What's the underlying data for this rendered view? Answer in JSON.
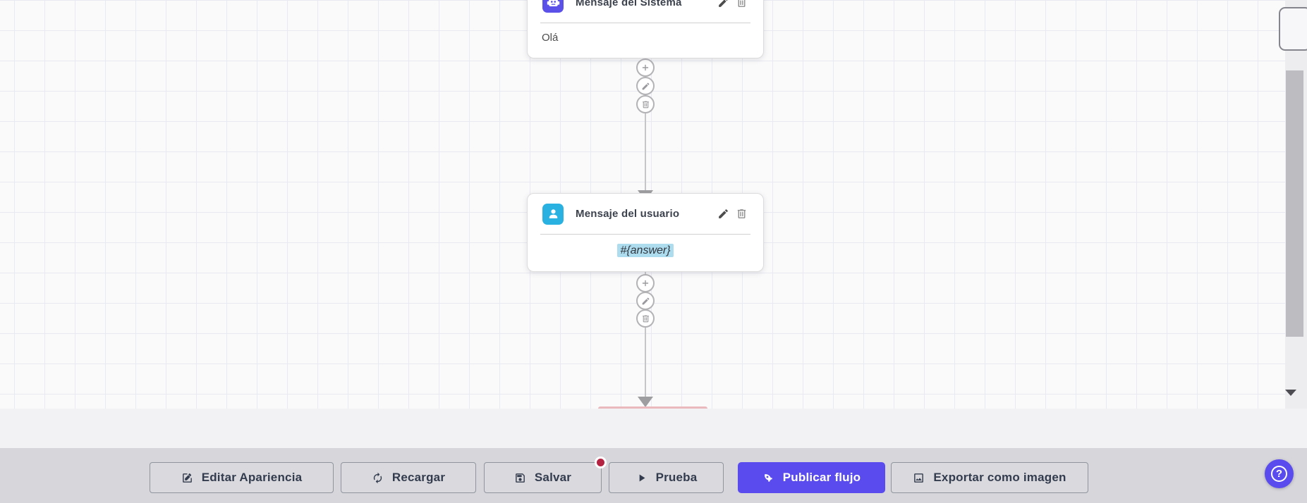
{
  "flow": {
    "nodes": [
      {
        "title": "Mensaje del Sistema",
        "content": "Olá",
        "icon": "robot-icon",
        "icon_bg": "#5b51e9"
      },
      {
        "title": "Mensaje del usuario",
        "content": "#{answer}",
        "icon": "user-icon",
        "icon_bg": "#29b1e1",
        "content_highlighted": true
      }
    ],
    "node_actions": {
      "edit": "edit",
      "delete": "delete"
    },
    "connector_actions": [
      "add",
      "edit",
      "delete"
    ]
  },
  "toolbar": {
    "buttons": [
      {
        "label": "Editar Apariencia",
        "icon": "edit-square-icon"
      },
      {
        "label": "Recargar",
        "icon": "refresh-icon"
      },
      {
        "label": "Salvar",
        "icon": "save-icon",
        "has_notification_badge": true
      },
      {
        "label": "Prueba",
        "icon": "play-icon"
      },
      {
        "label": "Publicar flujo",
        "icon": "rocket-icon",
        "variant": "primary"
      },
      {
        "label": "Exportar como imagen",
        "icon": "image-icon"
      }
    ]
  },
  "help_button": {
    "glyph": "?"
  },
  "colors": {
    "primary": "#5a4bef",
    "system_node_icon": "#5b51e9",
    "user_node_icon": "#29b1e1",
    "notification_badge": "#b52342",
    "content_highlight": "#aedcef",
    "toolbar_background": "#d6d6db",
    "canvas_background": "#fafafb"
  }
}
